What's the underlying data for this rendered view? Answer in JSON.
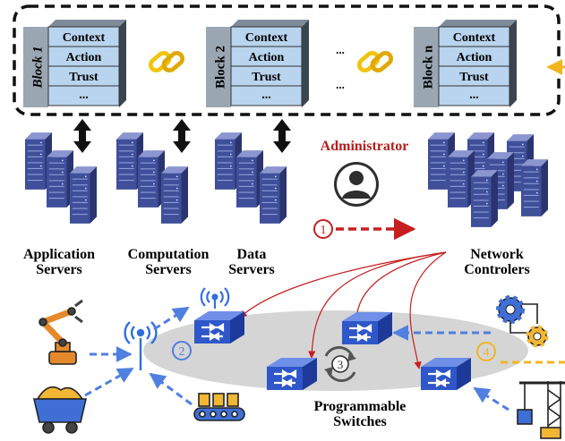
{
  "blockchain": {
    "blocks": [
      {
        "name": "Block 1",
        "fields": [
          "Context",
          "Action",
          "Trust",
          "..."
        ]
      },
      {
        "name": "Block 2",
        "fields": [
          "Context",
          "Action",
          "Trust",
          "..."
        ]
      },
      {
        "name": "Block n",
        "fields": [
          "Context",
          "Action",
          "Trust",
          "..."
        ]
      }
    ],
    "ellipsis": "..."
  },
  "servers": {
    "application": [
      "Application",
      "Servers"
    ],
    "computation": [
      "Computation",
      "Servers"
    ],
    "data": [
      "Data",
      "Servers"
    ],
    "network": [
      "Network",
      "Controlers"
    ]
  },
  "administrator": "Administrator",
  "switches": [
    "Programmable",
    "Switches"
  ],
  "steps": [
    "1",
    "2",
    "3",
    "4"
  ],
  "icons": [
    "link-icon",
    "person-icon",
    "robot-arm-icon",
    "wifi-tower-icon",
    "mine-cart-icon",
    "conveyor-icon",
    "gears-icon",
    "crane-icon",
    "switch-icon"
  ],
  "colors": {
    "block_cell": "#b8d4ee",
    "server": "#3f4f9a",
    "switch": "#2f57c9",
    "step1": "#c61f1f",
    "step2": "#4f7fe0",
    "step4": "#f2b520",
    "admin": "#b91c1c",
    "link": "#f1c40f"
  }
}
